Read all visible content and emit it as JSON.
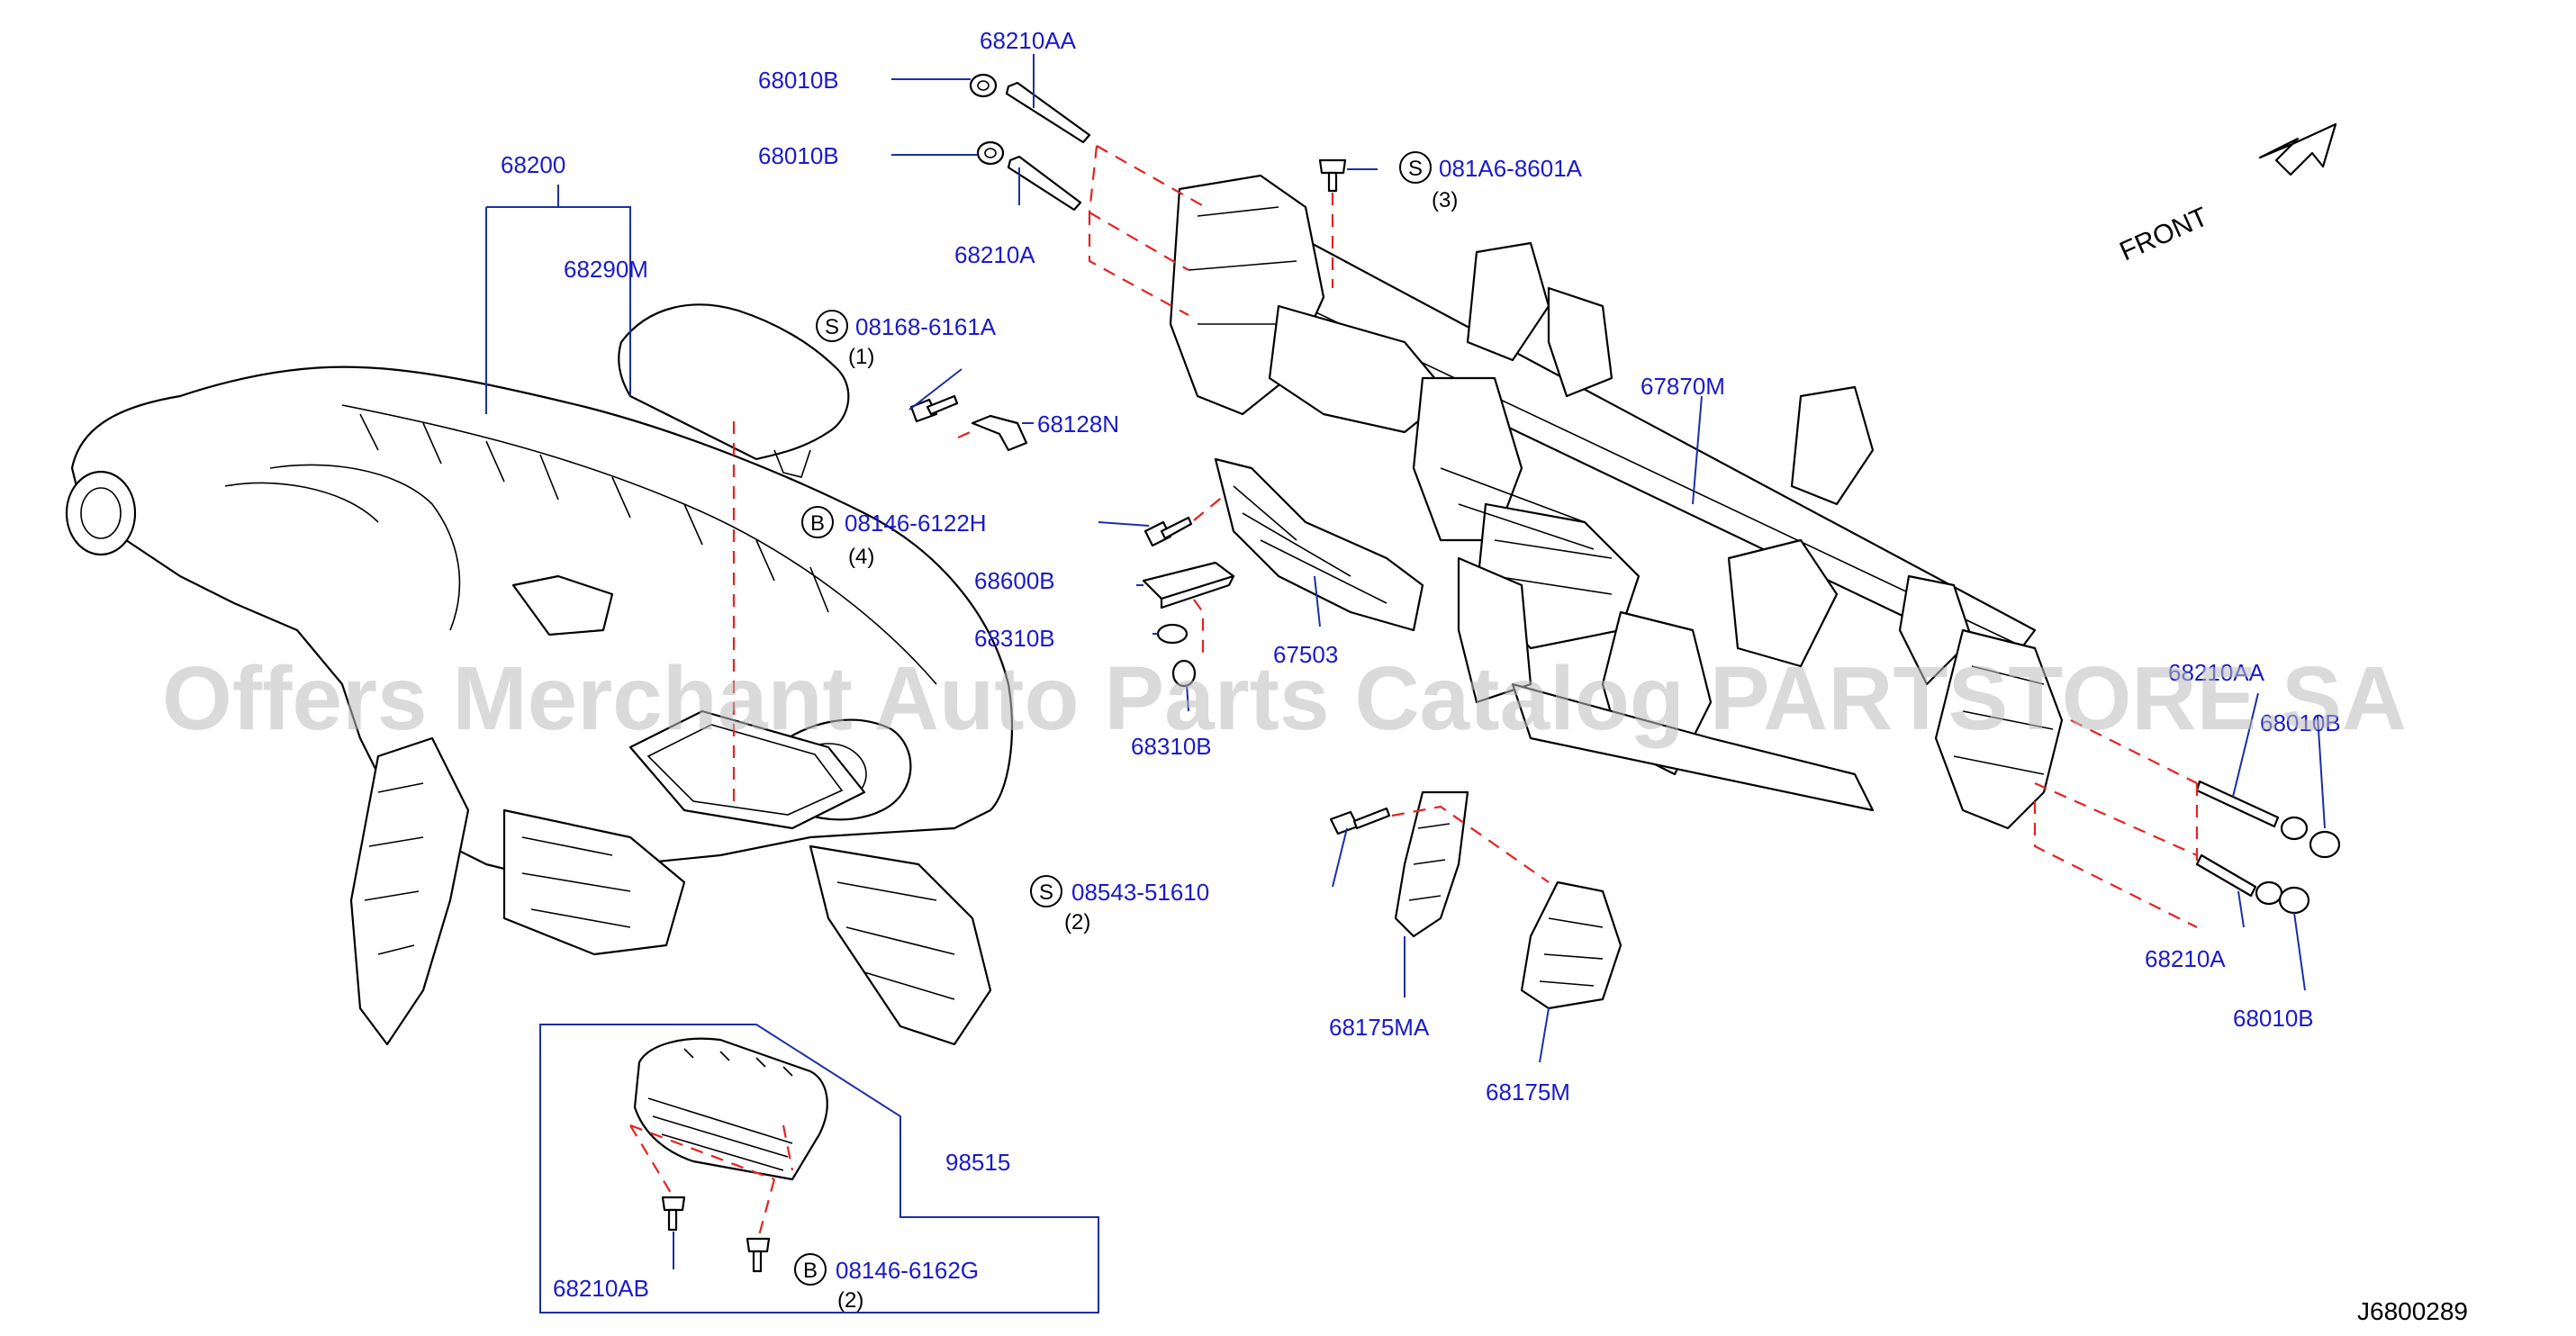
{
  "diagram": {
    "watermark": "Offers Merchant Auto Parts Catalog PARTSTORE.SA",
    "code": "J6800289",
    "front_label": "FRONT"
  },
  "labels": {
    "l_68210AA_top": "68210AA",
    "l_68010B_1": "68010B",
    "l_68010B_2": "68010B",
    "l_68210A_top": "68210A",
    "l_081A6": "081A6-8601A",
    "q_081A6": "(3)",
    "l_68200": "68200",
    "l_68290M": "68290M",
    "l_08168": "08168-6161A",
    "q_08168": "(1)",
    "l_68128N": "68128N",
    "l_08146_6122H": "08146-6122H",
    "q_08146_6122H": "(4)",
    "l_68600B": "68600B",
    "l_68310B_1": "68310B",
    "l_68310B_2": "68310B",
    "l_67503": "67503",
    "l_67870M": "67870M",
    "l_68210AA_right": "68210AA",
    "l_68010B_3": "68010B",
    "l_68210A_right": "68210A",
    "l_68010B_4": "68010B",
    "l_08543": "08543-51610",
    "q_08543": "(2)",
    "l_68175MA": "68175MA",
    "l_68175M": "68175M",
    "l_98515": "98515",
    "l_68210AB": "68210AB",
    "l_08146_6162G": "08146-6162G",
    "q_08146_6162G": "(2)"
  },
  "symbols": {
    "s1": "S",
    "s2": "S",
    "s3": "S",
    "b1": "B",
    "b2": "B"
  }
}
